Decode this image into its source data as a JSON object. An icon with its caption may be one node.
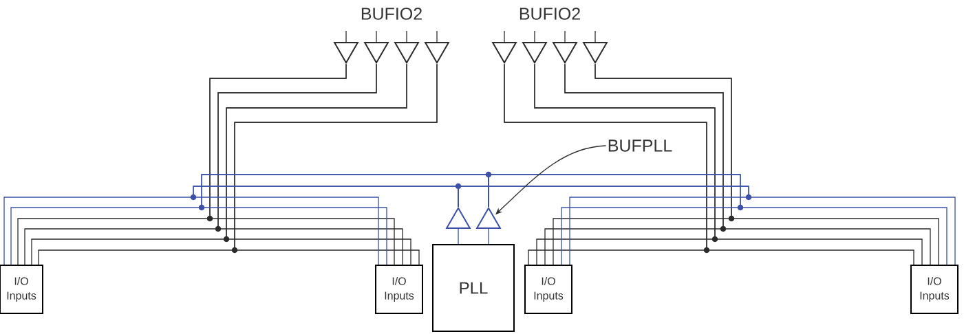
{
  "diagram": {
    "nodes": [
      {
        "text": [],
        "shape": "triangle"
      },
      {
        "text": [],
        "shape": "triangle"
      },
      {
        "text": [],
        "shape": "triangle"
      },
      {
        "text": [],
        "shape": "triangle"
      },
      {
        "text": [],
        "shape": "triangle"
      },
      {
        "text": [],
        "shape": "triangle"
      },
      {
        "text": [],
        "shape": "triangle"
      },
      {
        "text": [],
        "shape": "triangle"
      },
      {
        "text": [
          "BUFPLL"
        ]
      },
      {
        "text": [],
        "shape": "triangle"
      },
      {
        "text": [],
        "shape": "triangle"
      },
      {
        "text": [
          "I/O Inputs"
        ]
      },
      {
        "text": [
          "I/O Inputs"
        ]
      },
      {
        "text": [
          "PLL"
        ]
      },
      {
        "text": [
          "I/O Inputs"
        ]
      },
      {
        "text": [
          "I/O Inputs"
        ]
      }
    ],
    "edges": [
      {
        "from": 0,
        "to": 11,
        "arrow": "none"
      },
      {
        "from": 0,
        "to": 12,
        "arrow": "none"
      },
      {
        "from": 1,
        "to": 11,
        "arrow": "none"
      },
      {
        "from": 1,
        "to": 12,
        "arrow": "none"
      },
      {
        "from": 2,
        "to": 11,
        "arrow": "none"
      },
      {
        "from": 2,
        "to": 12,
        "arrow": "none"
      },
      {
        "from": 3,
        "to": 11,
        "arrow": "none"
      },
      {
        "from": 3,
        "to": 12,
        "arrow": "none"
      },
      {
        "from": 4,
        "to": 14,
        "arrow": "none"
      },
      {
        "from": 4,
        "to": 15,
        "arrow": "none"
      },
      {
        "from": 5,
        "to": 14,
        "arrow": "none"
      },
      {
        "from": 5,
        "to": 15,
        "arrow": "none"
      },
      {
        "from": 6,
        "to": 14,
        "arrow": "none"
      },
      {
        "from": 6,
        "to": 15,
        "arrow": "none"
      },
      {
        "from": 7,
        "to": 14,
        "arrow": "none"
      },
      {
        "from": 7,
        "to": 15,
        "arrow": "none"
      },
      {
        "from": 9,
        "to": 11,
        "arrow": "none",
        "color": "#3b50a6"
      },
      {
        "from": 9,
        "to": 12,
        "arrow": "none",
        "color": "#3b50a6"
      },
      {
        "from": 9,
        "to": 14,
        "arrow": "none",
        "color": "#3b50a6"
      },
      {
        "from": 9,
        "to": 15,
        "arrow": "none",
        "color": "#3b50a6"
      },
      {
        "from": 10,
        "to": 11,
        "arrow": "none",
        "color": "#3b50a6"
      },
      {
        "from": 10,
        "to": 12,
        "arrow": "none",
        "color": "#3b50a6"
      },
      {
        "from": 10,
        "to": 14,
        "arrow": "none",
        "color": "#3b50a6"
      },
      {
        "from": 10,
        "to": 15,
        "arrow": "none",
        "color": "#3b50a6"
      },
      {
        "from": 13,
        "to": 9,
        "arrow": "none",
        "color": "#3b50a6"
      },
      {
        "from": 13,
        "to": 10,
        "arrow": "none",
        "color": "#3b50a6"
      },
      {
        "from": 8,
        "to": 10,
        "arrow": "to"
      }
    ],
    "labels": [
      "BUFIO2",
      "BUFIO2"
    ]
  }
}
